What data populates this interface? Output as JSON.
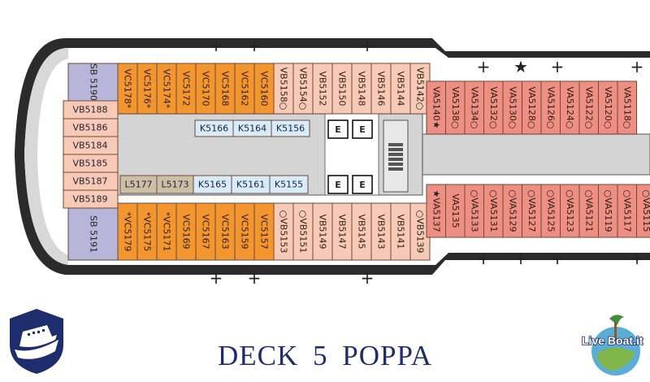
{
  "title": "DECK 5 POPPA",
  "brand": {
    "logo_text": "Live Boat.it"
  },
  "colors": {
    "vc": "#f3962f",
    "vb": "#f8c9b6",
    "va": "#ef8e82",
    "sb": "#b7b5da",
    "k": "#d7ebf8",
    "l": "#cdbfa6",
    "hull": "#2b2b2b"
  },
  "rooms": {
    "vc_top": [
      "VC5178*",
      "VC5176*",
      "VC5174*",
      "VC5172",
      "VC5170",
      "VC5168",
      "VC5162",
      "VC5160"
    ],
    "vb_top": [
      "VB5158○",
      "VB5154○",
      "VB5152",
      "VB5150",
      "VB5148",
      "VB5146",
      "VB5144",
      "VB5142○"
    ],
    "va_top": [
      "VA5140★",
      "VA5138○",
      "VA5134○",
      "VA5132○",
      "VA5130○",
      "VA5128○",
      "VA5126○",
      "VA5124○",
      "VA5122○",
      "VA5120○",
      "VA5118○"
    ],
    "vc_bottom": [
      "*VC5179",
      "*VC5175",
      "*VC5171",
      "VC5169",
      "VC5167",
      "VC5163",
      "VC5159",
      "VC5157"
    ],
    "vb_bottom": [
      "○VB5153",
      "○VB5151",
      "VB5149",
      "VB5147",
      "VB5145",
      "VB5143",
      "VB5141",
      "○VB5139"
    ],
    "va_bottom": [
      "★VA5137",
      "VA5135",
      "○VA5133",
      "○VA5131",
      "○VA5129",
      "○VA5127",
      "○VA5125",
      "○VA5123",
      "○VA5121",
      "○VA5119",
      "○VA5117",
      "○VA5115"
    ],
    "vb_left": [
      "VB5188",
      "VB5186",
      "VB5184",
      "VB5185",
      "VB5187",
      "VB5189"
    ],
    "sb": [
      "SB 5190",
      "SB 5191"
    ],
    "k_top": [
      "K5166",
      "K5164",
      "K5156"
    ],
    "k_bottom": [
      "K5165",
      "K5161",
      "K5155"
    ],
    "l_bottom": [
      "L5177",
      "L5173"
    ]
  },
  "markers": {
    "accessible": "+",
    "elevator": "E",
    "stairs": "stairs-icon"
  }
}
